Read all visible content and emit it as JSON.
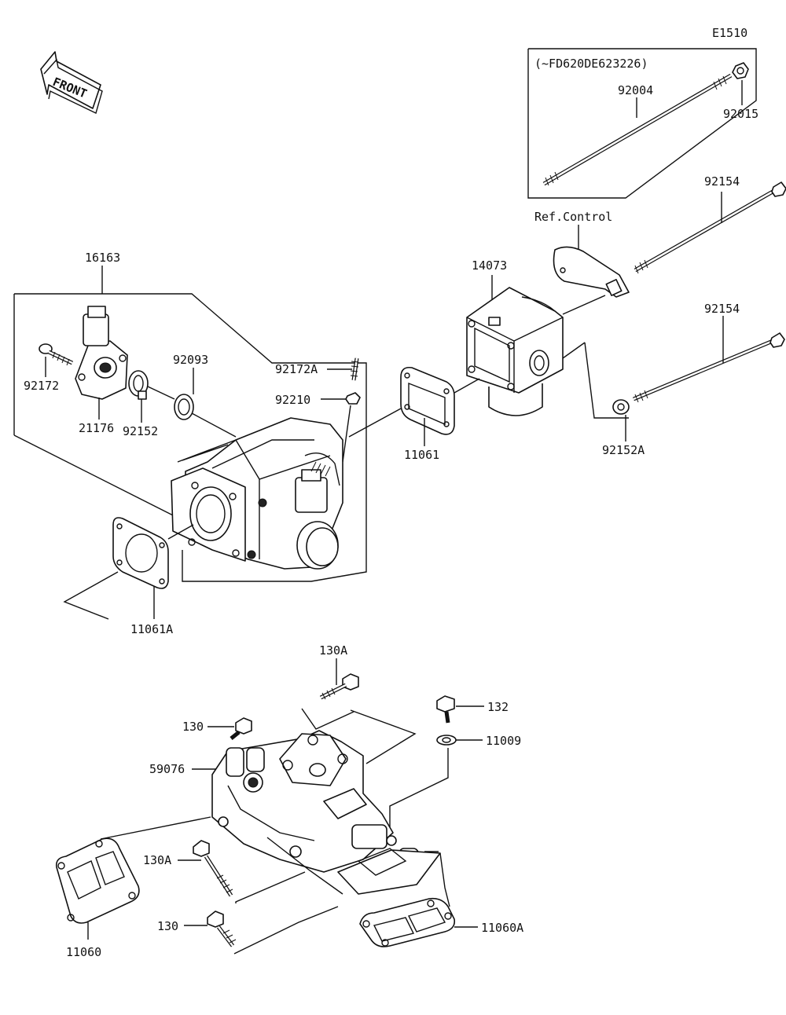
{
  "diagram_code": "E1510",
  "front_label": "FRONT",
  "serial_note": "(~FD620DE623226)",
  "ref_control": "Ref.Control",
  "part_numbers": {
    "p16163": "16163",
    "p92172": "92172",
    "p21176": "21176",
    "p92152": "92152",
    "p92093": "92093",
    "p92172A": "92172A",
    "p92210": "92210",
    "p11061": "11061",
    "p14073": "14073",
    "p92004": "92004",
    "p92015": "92015",
    "p92154_top": "92154",
    "p92154_mid": "92154",
    "p92152A": "92152A",
    "p11061A": "11061A",
    "p130A_top": "130A",
    "p132": "132",
    "p130": "130",
    "p11009": "11009",
    "p59076": "59076",
    "p130A_bottom": "130A",
    "p130_bottom": "130",
    "p11060": "11060",
    "p11060A": "11060A"
  }
}
